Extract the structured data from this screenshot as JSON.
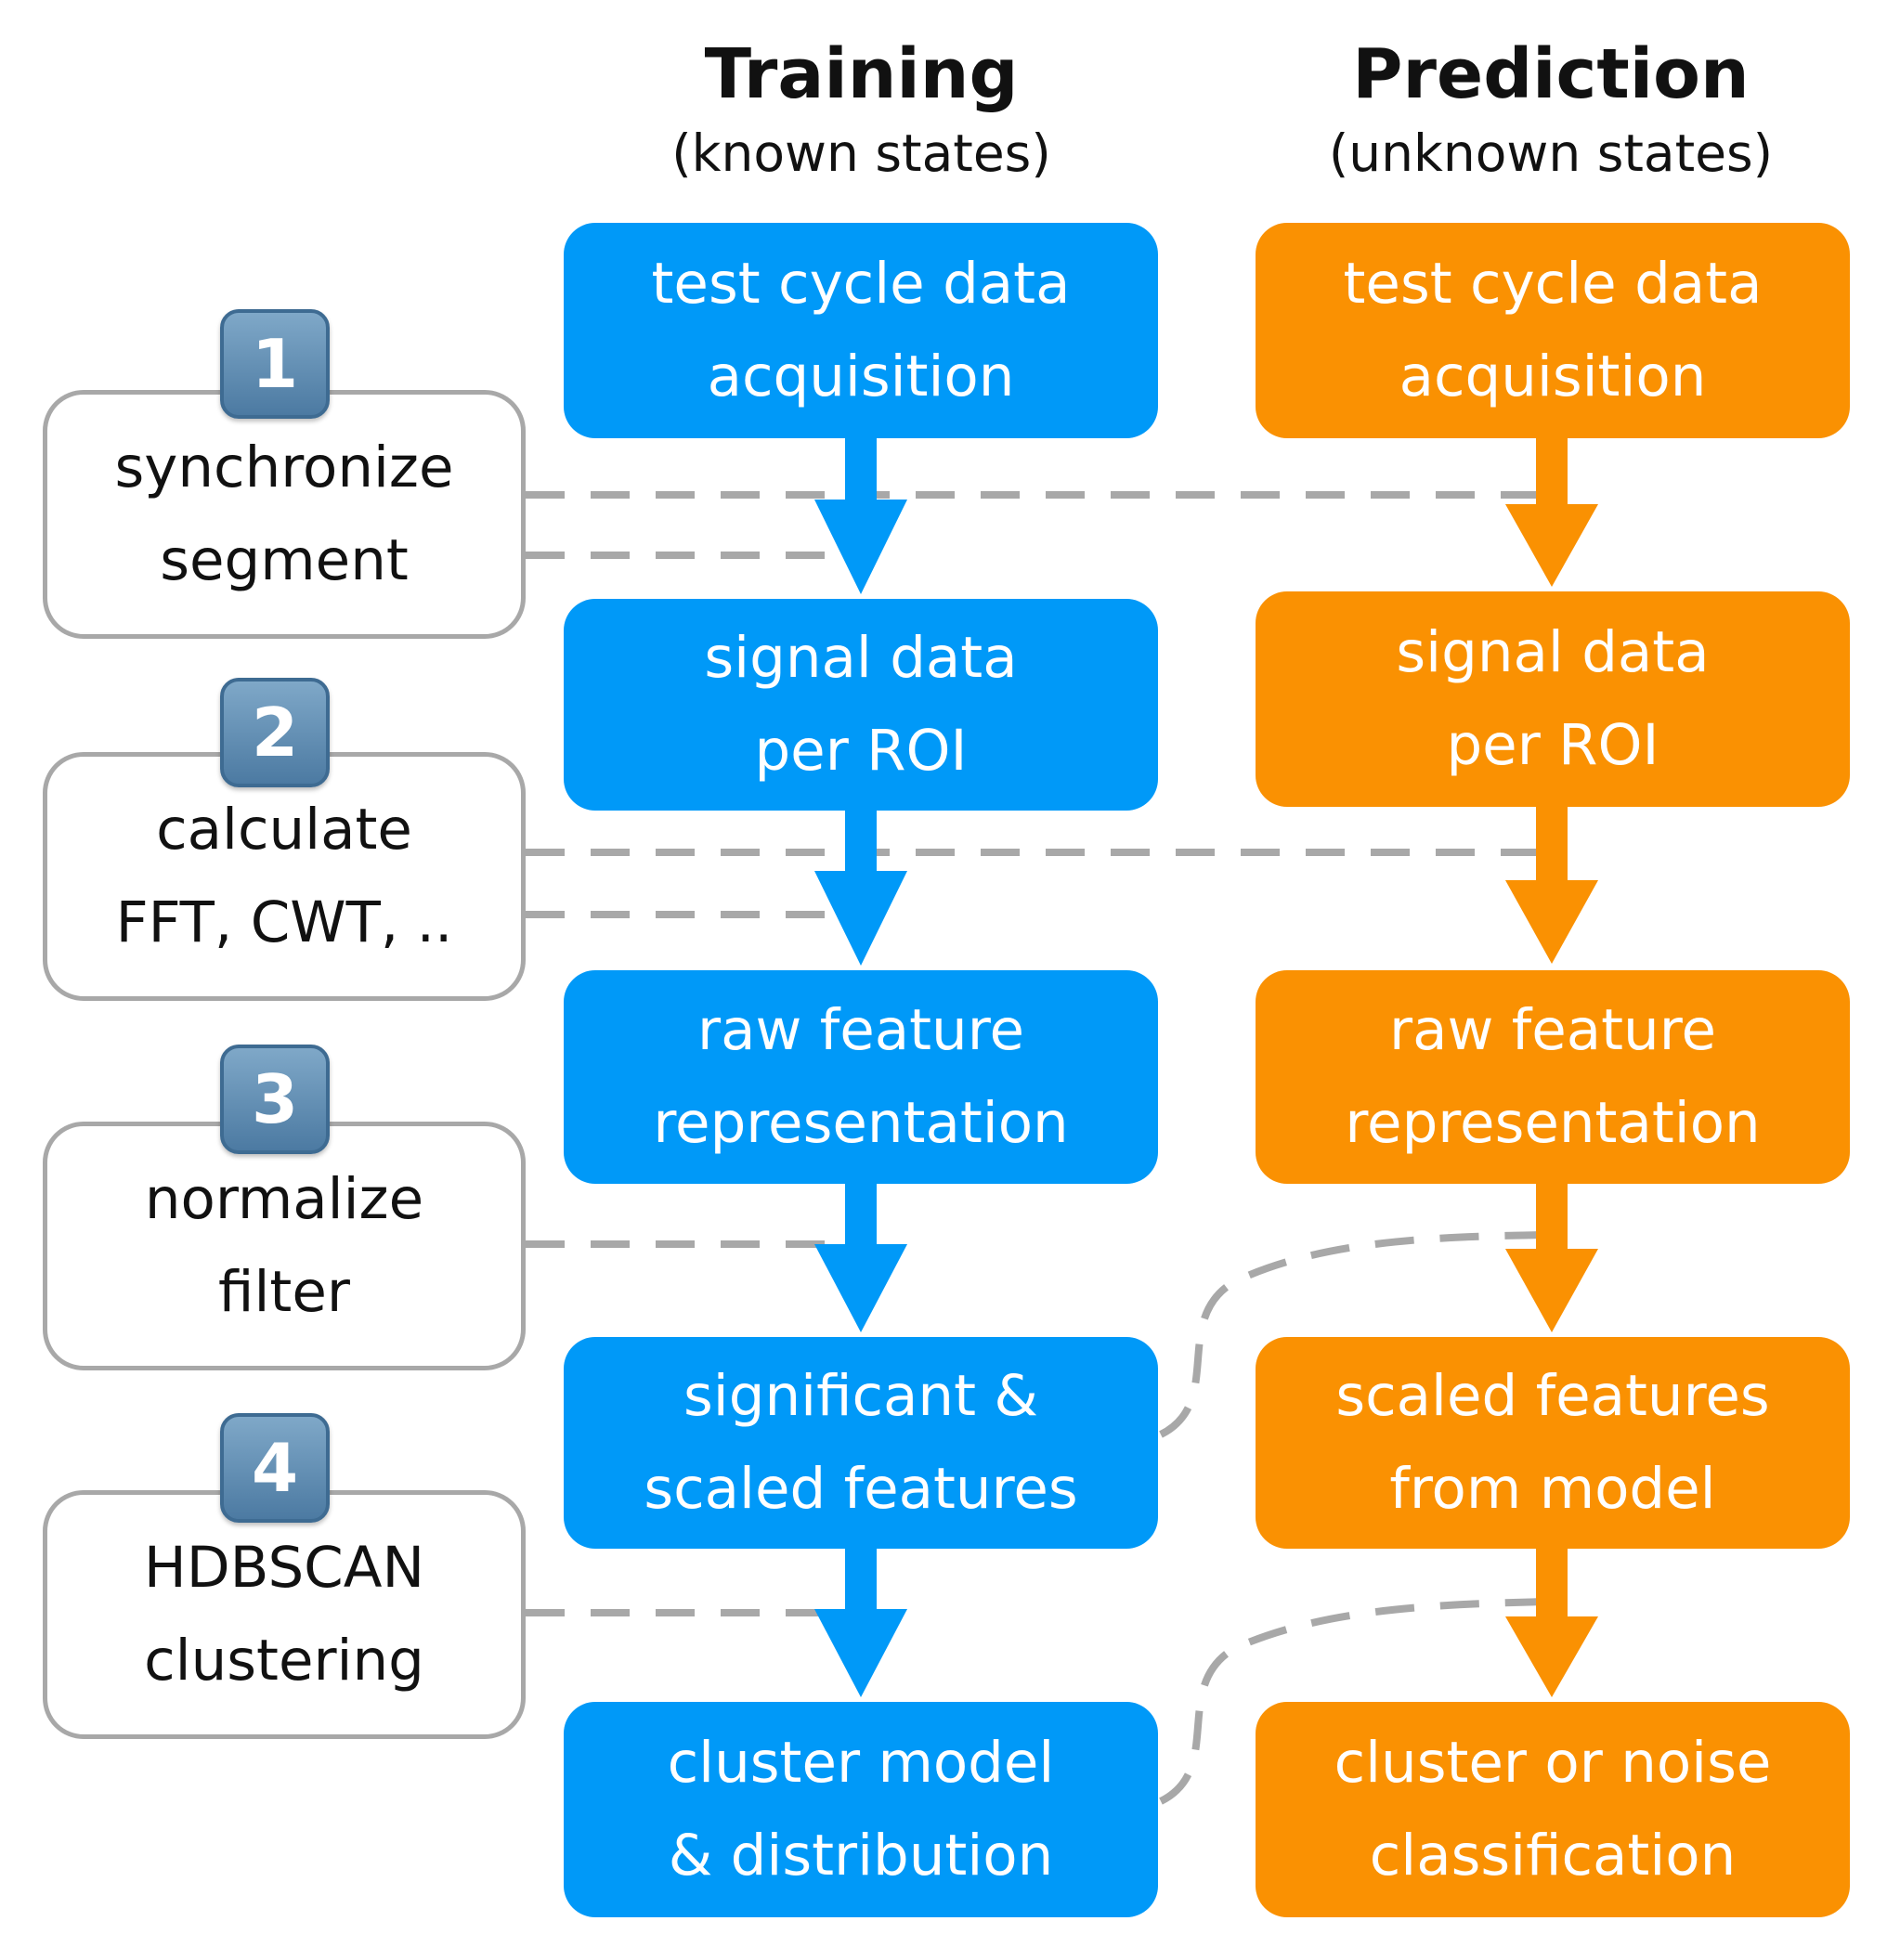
{
  "columns": {
    "training": {
      "title": "Training",
      "subtitle": "(known states)"
    },
    "prediction": {
      "title": "Prediction",
      "subtitle": "(unknown states)"
    }
  },
  "training_boxes": [
    "test cycle data\nacquisition",
    "signal data\nper ROI",
    "raw feature\nrepresentation",
    "significant &\nscaled features",
    "cluster model\n& distribution"
  ],
  "prediction_boxes": [
    "test cycle data\nacquisition",
    "signal data\nper ROI",
    "raw feature\nrepresentation",
    "scaled features\nfrom model",
    "cluster or noise\nclassification"
  ],
  "steps": [
    {
      "number": "1",
      "label": "synchronize\nsegment"
    },
    {
      "number": "2",
      "label": "calculate\nFFT, CWT, .."
    },
    {
      "number": "3",
      "label": "normalize\nfilter"
    },
    {
      "number": "4",
      "label": "HDBSCAN\nclustering"
    }
  ],
  "colors": {
    "training": "#0099f8",
    "prediction": "#fa9102",
    "connector": "#a8a8a8"
  }
}
